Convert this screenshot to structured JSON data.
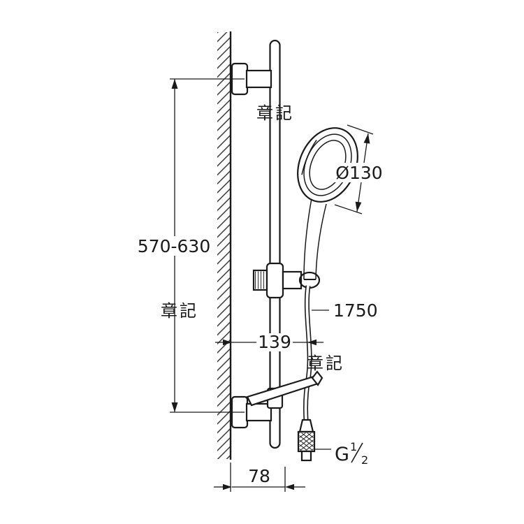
{
  "dimensions": {
    "mounting_height": "570-630",
    "head_diameter": "Ø130",
    "hose_length": "1750",
    "rail_offset": "139",
    "wall_distance": "78"
  },
  "thread": {
    "prefix": "G",
    "numerator": "1",
    "denominator": "2"
  },
  "watermark": {
    "text": "章記"
  },
  "colors": {
    "line": "#1a1a1a",
    "watermark": "#8a8a8a",
    "background": "#ffffff"
  }
}
